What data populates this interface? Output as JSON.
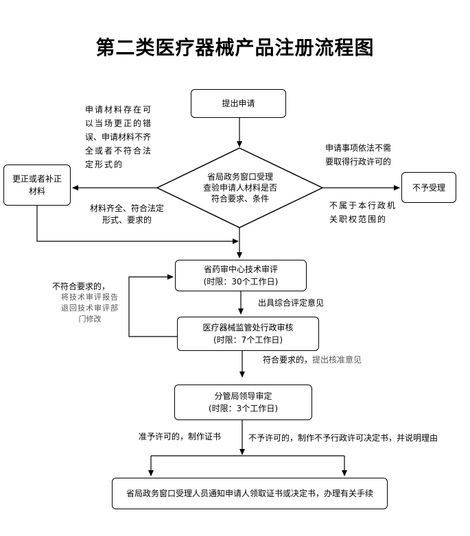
{
  "title": "第二类医疗器械产品注册流程图",
  "nodes": {
    "submit": "提出申请",
    "review": [
      "省局政务窗口受理",
      "查验申请人材料是否",
      "符合要求、条件"
    ],
    "correct": [
      "更正或者补正",
      "材料"
    ],
    "reject": "不予受理",
    "tech": [
      "省药审中心技术审评",
      "(时限：30个工作日)"
    ],
    "admin": [
      "医疗器械监管处行政审核",
      "(时限：7个工作日)"
    ],
    "leader": [
      "分管局领导审定",
      "(时限：3个工作日)"
    ],
    "notify": "省局政务窗口受理人员通知申请人领取证书或决定书，办理有关手续"
  },
  "notes": {
    "correctable": [
      "申请材料存在可",
      "以当场更正的错",
      "误、申请材料不齐",
      "全或者不符合法",
      "定形式的"
    ],
    "no_permit": [
      "申请事项依法不需",
      "要取得行政许可的"
    ],
    "out_of_scope": [
      "不属于本行政机",
      "关职权范围的"
    ],
    "complete": [
      "材料齐全、符合法定",
      "形式、要求的"
    ],
    "not_compliant": "不符合要求的，",
    "return": [
      "将技术审评报告",
      "退回技术审评部",
      "门修改"
    ],
    "opinion": "出具综合评定意见",
    "compliant": "符合要求的，",
    "approval_opinion": "提出核准意见",
    "grant": "准予许可的，制作证书",
    "deny": "不予许可的，制作不予行政许可决定书，并说明理由"
  }
}
